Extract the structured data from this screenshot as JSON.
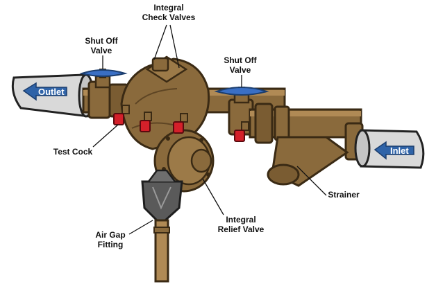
{
  "labels": {
    "integral_check_valves": [
      "Integral",
      "Check Valves"
    ],
    "shut_off_valve_left": [
      "Shut Off",
      "Valve"
    ],
    "shut_off_valve_right": [
      "Shut Off",
      "Valve"
    ],
    "test_cock": "Test Cock",
    "strainer": "Strainer",
    "integral_relief_valve": [
      "Integral",
      "Relief Valve"
    ],
    "air_gap_fitting": [
      "Air Gap",
      "Fitting"
    ],
    "outlet": "Outlet",
    "inlet": "Inlet"
  },
  "colors": {
    "bronze": "#8a6a3c",
    "bronze_dark": "#5e4524",
    "bronze_light": "#b08a55",
    "pipe_grey": "#d9d9d9",
    "arrow_blue": "#2f63a8",
    "handle_blue": "#3a6fc4",
    "test_cock_red": "#d4202a",
    "fitting_grey": "#5a5a5a"
  }
}
